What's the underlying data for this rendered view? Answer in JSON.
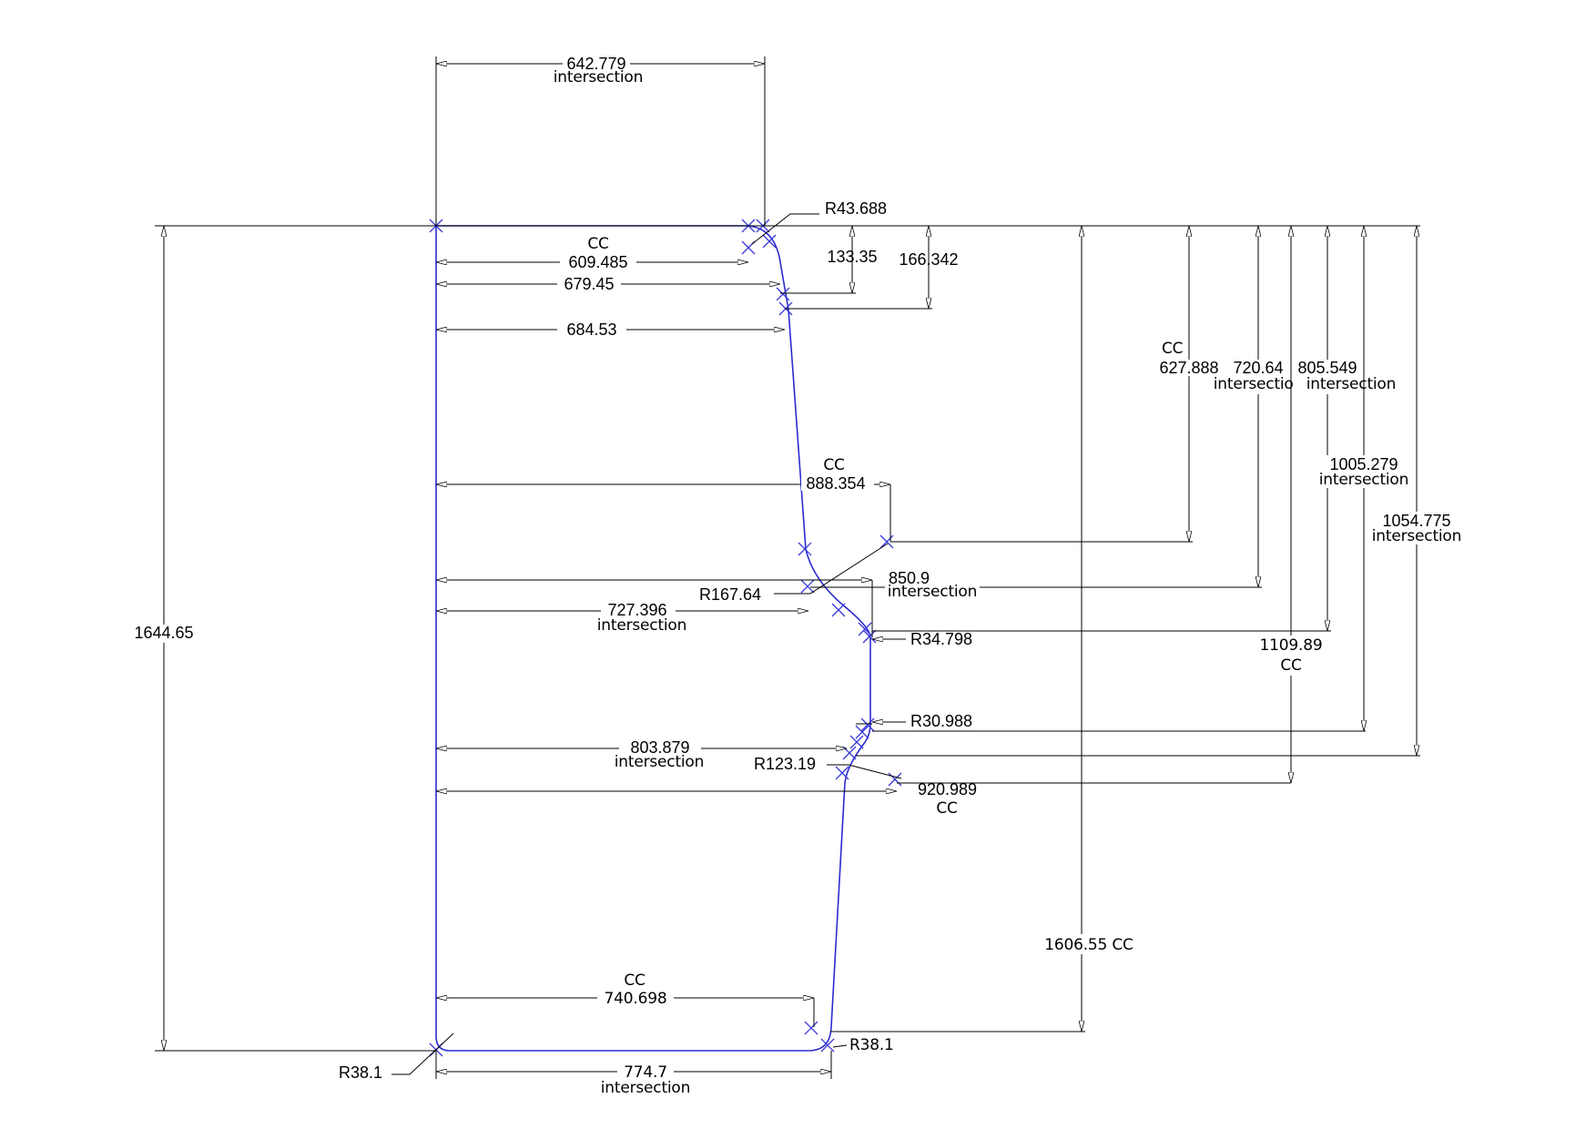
{
  "dimensions": {
    "top_width": {
      "value": "642.779",
      "note": "intersection"
    },
    "r_top": {
      "value": "R43.688"
    },
    "cc_609": {
      "value": "609.485",
      "note": "CC"
    },
    "d_679": {
      "value": "679.45"
    },
    "d_684": {
      "value": "684.53"
    },
    "v_133": {
      "value": "133.35"
    },
    "v_166": {
      "value": "166.342"
    },
    "v_627": {
      "value": "627.888",
      "note": "CC"
    },
    "v_720": {
      "value": "720.64",
      "note": "intersection"
    },
    "v_805": {
      "value": "805.549",
      "note": "intersection"
    },
    "v_1005": {
      "value": "1005.279",
      "note": "intersection"
    },
    "v_1054": {
      "value": "1054.775",
      "note": "intersection"
    },
    "cc_888": {
      "value": "888.354",
      "note": "CC"
    },
    "d_850": {
      "value": "850.9",
      "note": "intersection"
    },
    "r_167": {
      "value": "R167.64"
    },
    "d_727": {
      "value": "727.396",
      "note": "intersection"
    },
    "r_34": {
      "value": "R34.798"
    },
    "v_1109": {
      "value": "1109.89",
      "note": "CC"
    },
    "r_30": {
      "value": "R30.988"
    },
    "d_803": {
      "value": "803.879",
      "note": "intersection"
    },
    "r_123": {
      "value": "R123.19"
    },
    "cc_920": {
      "value": "920.989",
      "note": "CC"
    },
    "total_height": {
      "value": "1644.65"
    },
    "v_1606": {
      "value": "1606.55 CC"
    },
    "cc_740": {
      "value": "740.698",
      "note": "CC"
    },
    "r_bottom_left": {
      "value": "R38.1"
    },
    "r_bottom_right": {
      "value": "R38.1"
    },
    "bottom_width": {
      "value": "774.7",
      "note": "intersection"
    }
  },
  "colors": {
    "profile": "#2b2bd0",
    "dimension": "#000000",
    "background": "#ffffff"
  }
}
